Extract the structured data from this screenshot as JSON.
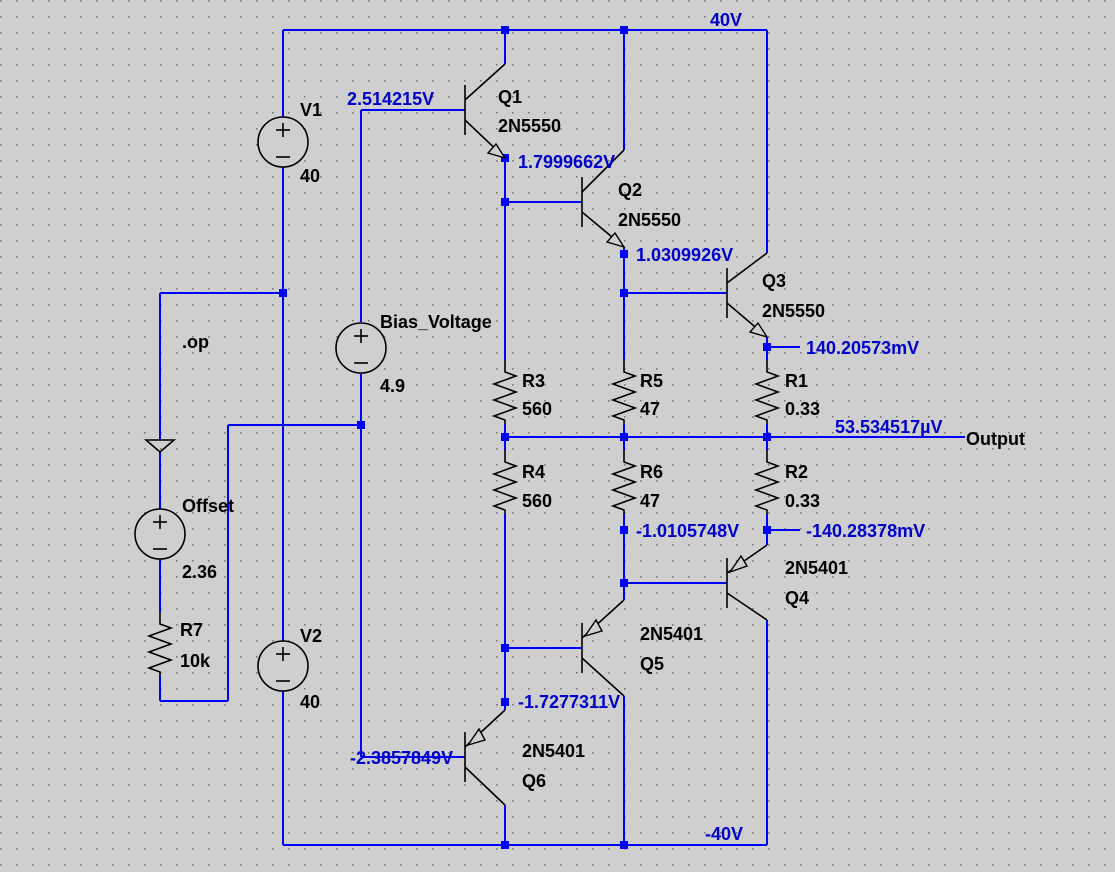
{
  "rails": {
    "positive": "40V",
    "negative": "-40V"
  },
  "sources": [
    {
      "id": "v1",
      "name": "V1",
      "value": "40"
    },
    {
      "id": "v2",
      "name": "V2",
      "value": "40"
    },
    {
      "id": "bias",
      "name": "Bias_Voltage",
      "value": "4.9"
    },
    {
      "id": "offset",
      "name": "Offset",
      "value": "2.36"
    }
  ],
  "directive": ".op",
  "transistors": [
    {
      "id": "q1",
      "name": "Q1",
      "model": "2N5550"
    },
    {
      "id": "q2",
      "name": "Q2",
      "model": "2N5550"
    },
    {
      "id": "q3",
      "name": "Q3",
      "model": "2N5550"
    },
    {
      "id": "q4",
      "name": "Q4",
      "model": "2N5401"
    },
    {
      "id": "q5",
      "name": "Q5",
      "model": "2N5401"
    },
    {
      "id": "q6",
      "name": "Q6",
      "model": "2N5401"
    }
  ],
  "resistors": [
    {
      "id": "r1",
      "name": "R1",
      "value": "0.33"
    },
    {
      "id": "r2",
      "name": "R2",
      "value": "0.33"
    },
    {
      "id": "r3",
      "name": "R3",
      "value": "560"
    },
    {
      "id": "r4",
      "name": "R4",
      "value": "560"
    },
    {
      "id": "r5",
      "name": "R5",
      "value": "47"
    },
    {
      "id": "r6",
      "name": "R6",
      "value": "47"
    },
    {
      "id": "r7",
      "name": "R7",
      "value": "10k"
    }
  ],
  "node_voltages": {
    "q1_base": "2.514215V",
    "q1_emitter": "1.7999662V",
    "q2_emitter": "1.0309926V",
    "q3_emitter": "140.20573mV",
    "output": "53.534517µV",
    "q4_emitter": "-140.28378mV",
    "q4_base": "-1.0105748V",
    "q5_base": "-1.7277311V",
    "q6_base": "-2.3857849V"
  },
  "output_label": "Output"
}
